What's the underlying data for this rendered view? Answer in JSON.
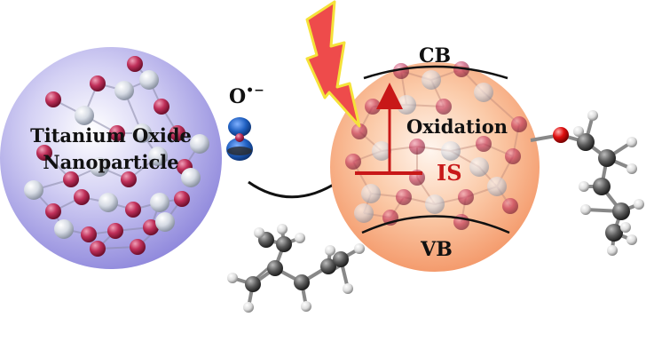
{
  "labels": {
    "np_line1": "Titanium Oxide",
    "np_line2": "Nanoparticle",
    "radical_base": "O",
    "radical_sup": "•−",
    "cb": "CB",
    "vb": "VB",
    "oxidation": "Oxidation",
    "is": "IS"
  },
  "colors": {
    "np_sphere": "#a9a4e6",
    "right_sphere": "#f6a47c",
    "oxygen_atom": "#b8264e",
    "titanium_atom": "#cfd5df",
    "radical_lobe": "#1f5fc0",
    "is_level": "#c81818",
    "lightning_fill": "#ee4b4b",
    "lightning_edge": "#f5e23a",
    "carbon_atom": "#595959",
    "hydrogen_atom": "#e0e0e0",
    "linker_oxygen": "#e01010"
  },
  "icons": {
    "lightning": "lightning-bolt-icon",
    "arrow": "curved-arrow-icon"
  }
}
